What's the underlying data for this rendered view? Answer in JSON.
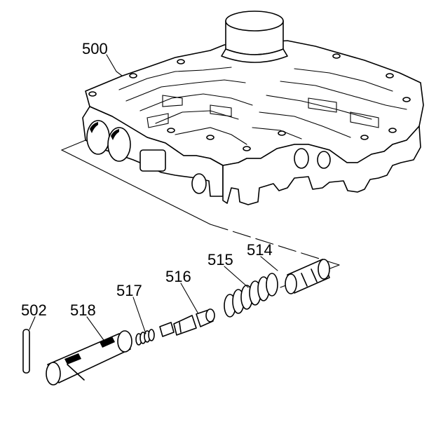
{
  "callouts": {
    "c500": "500",
    "c514": "514",
    "c515": "515",
    "c516": "516",
    "c517": "517",
    "c518": "518",
    "c502": "502"
  }
}
